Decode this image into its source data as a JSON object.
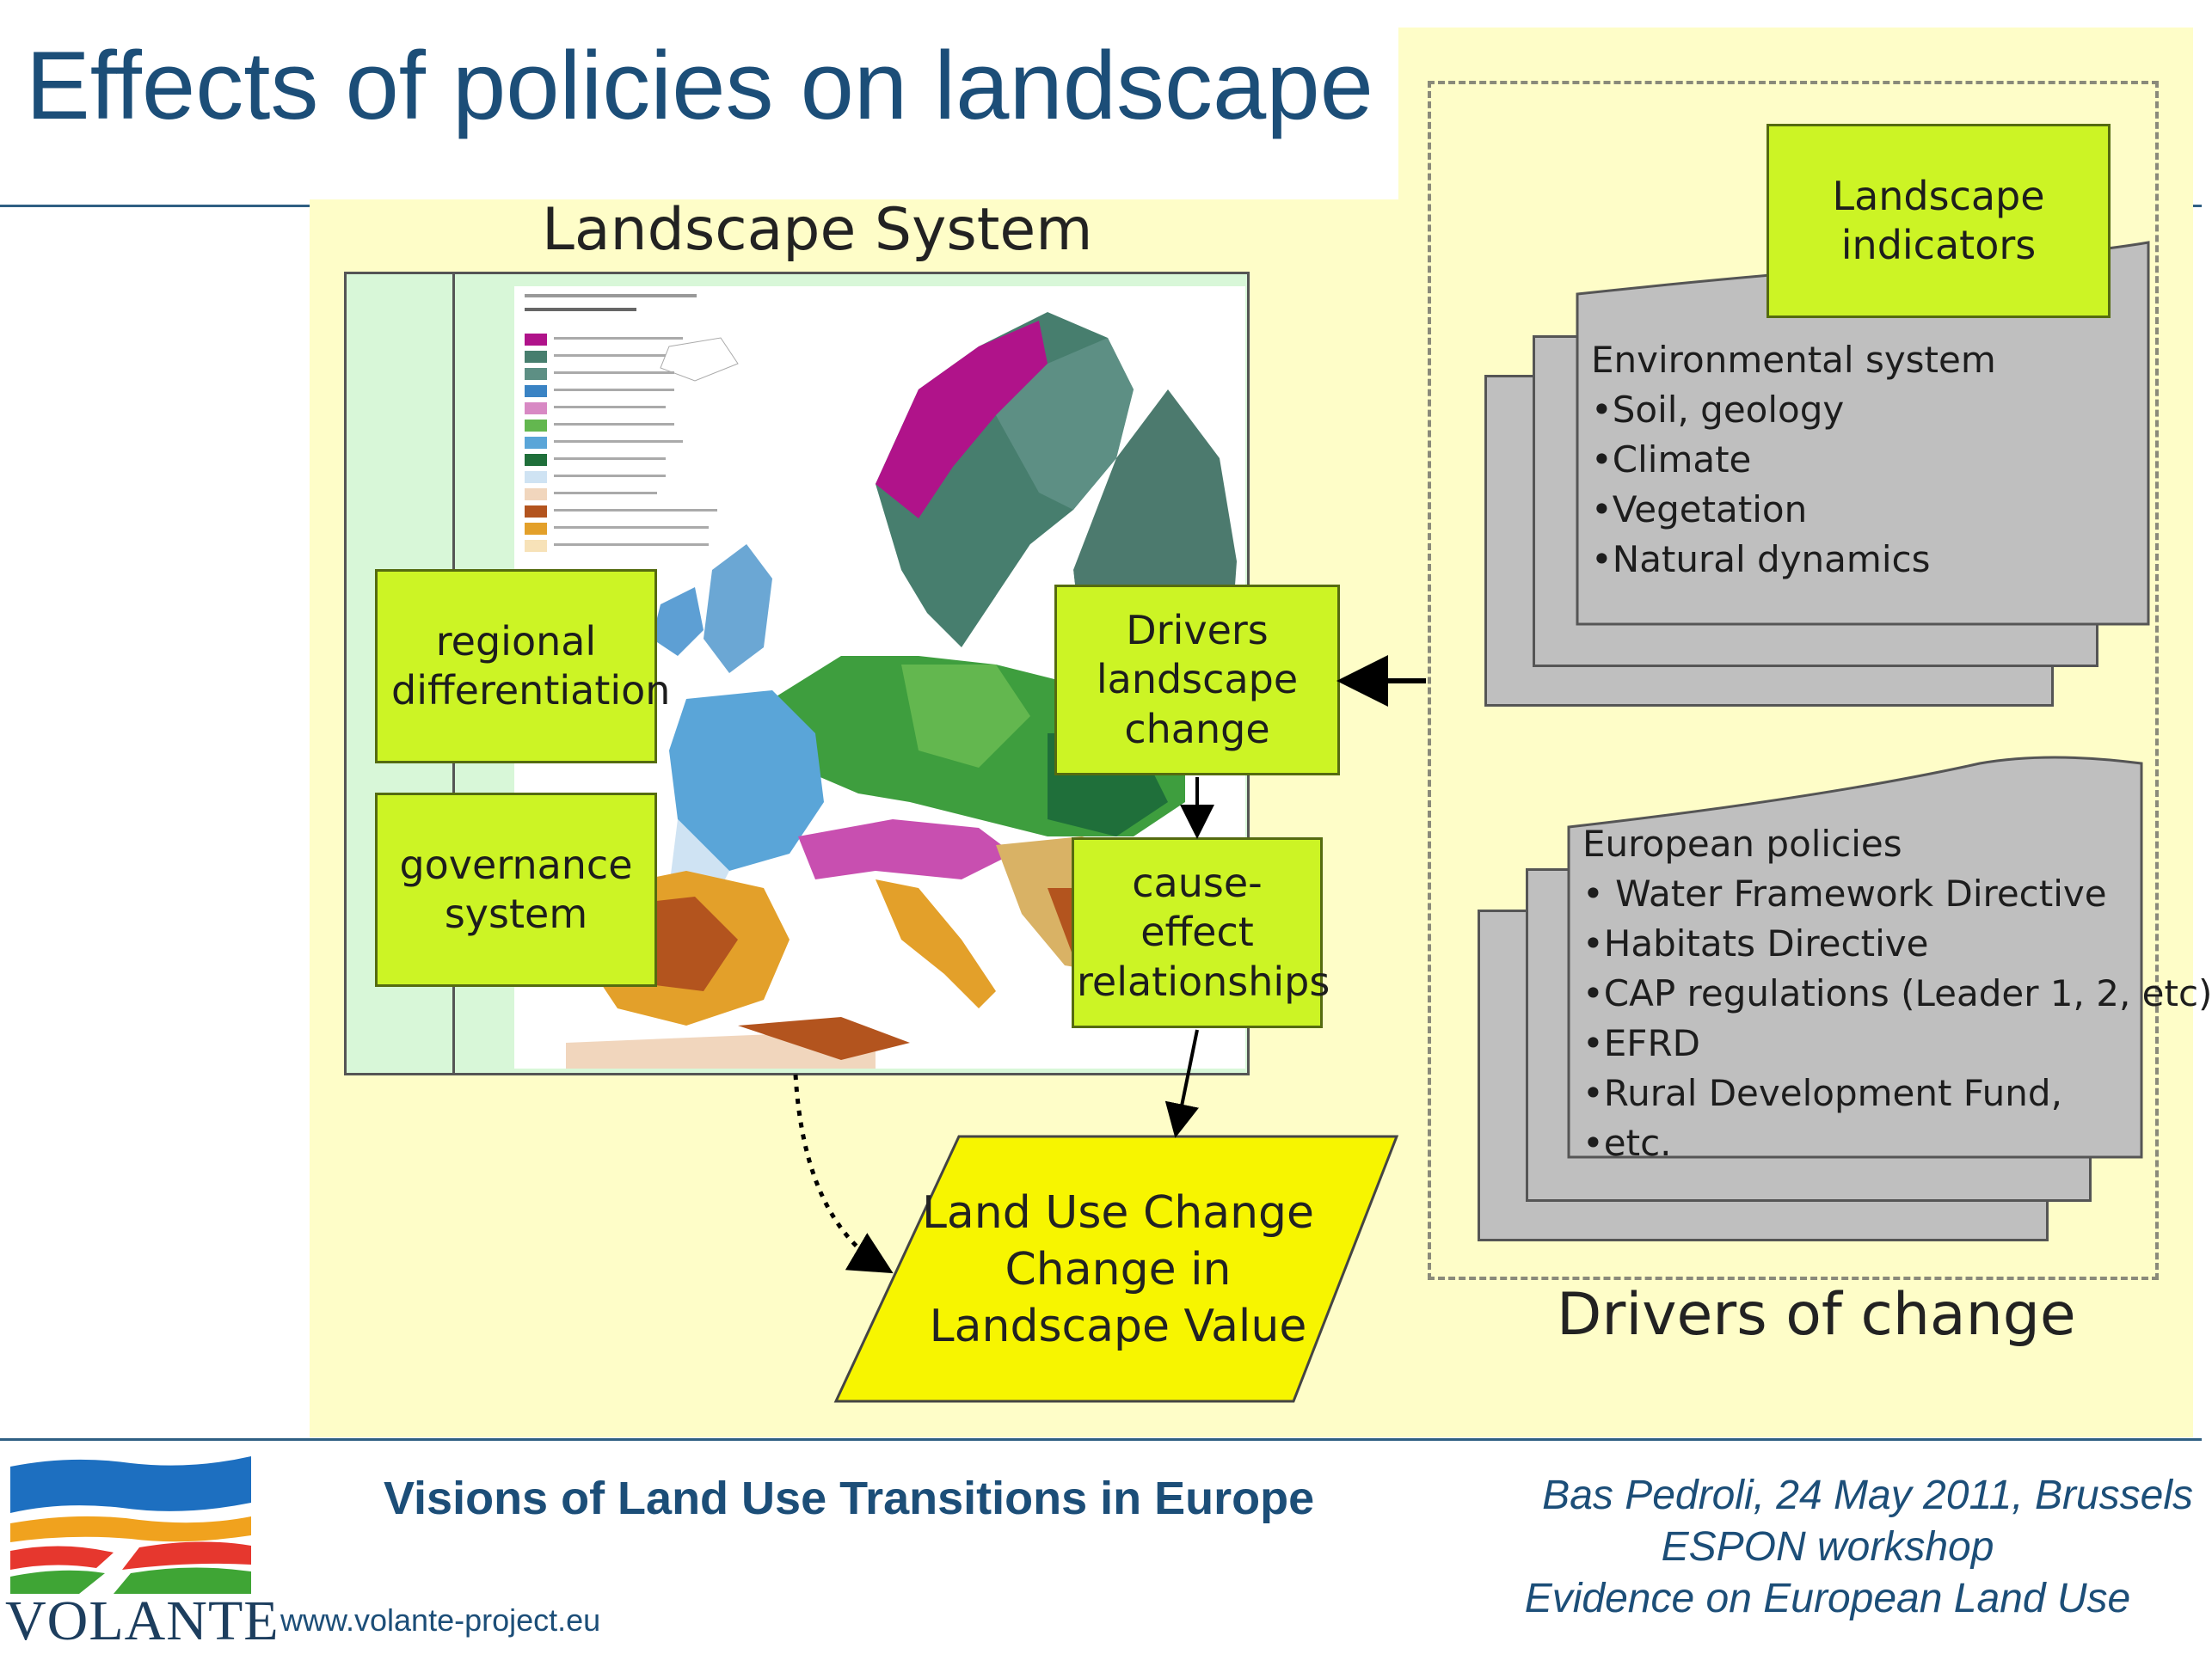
{
  "title": "Effects of policies on landscape",
  "landscape_system": {
    "heading": "Landscape System",
    "boxes": {
      "regional_differentiation": "regional differentiation",
      "governance_system": "governance system",
      "drivers_landscape_change": "Drivers landscape change",
      "cause_effect": "cause-effect relationships"
    },
    "output": {
      "line1": "Land Use Change",
      "line2": "Change in",
      "line3": "Landscape Value"
    }
  },
  "drivers": {
    "heading": "Drivers of change",
    "indicators_box": "Landscape indicators",
    "environmental": {
      "title": "Environmental system",
      "items": [
        "•Soil, geology",
        "•Climate",
        "•Vegetation",
        "•Natural dynamics"
      ]
    },
    "policies": {
      "title": "European policies",
      "items": [
        "• Water Framework Directive",
        "•Habitats Directive",
        "•CAP regulations (Leader 1, 2, etc)",
        "•EFRD",
        "•Rural Development Fund,",
        "•etc."
      ]
    }
  },
  "footer": {
    "project_title": "Visions of Land Use Transitions in Europe",
    "url": "www.volante-project.eu",
    "logo_text": "VOLANTE",
    "credit_line1": "Bas Pedroli, 24 May 2011, Brussels",
    "credit_line2": "ESPON workshop",
    "credit_line3": "Evidence on European Land Use"
  },
  "colors": {
    "title_blue": "#1c4e78",
    "panel_yellow": "#fefdc8",
    "box_green": "#ccf425",
    "card_gray": "#bfbfbf",
    "output_yellow": "#f7f500"
  }
}
